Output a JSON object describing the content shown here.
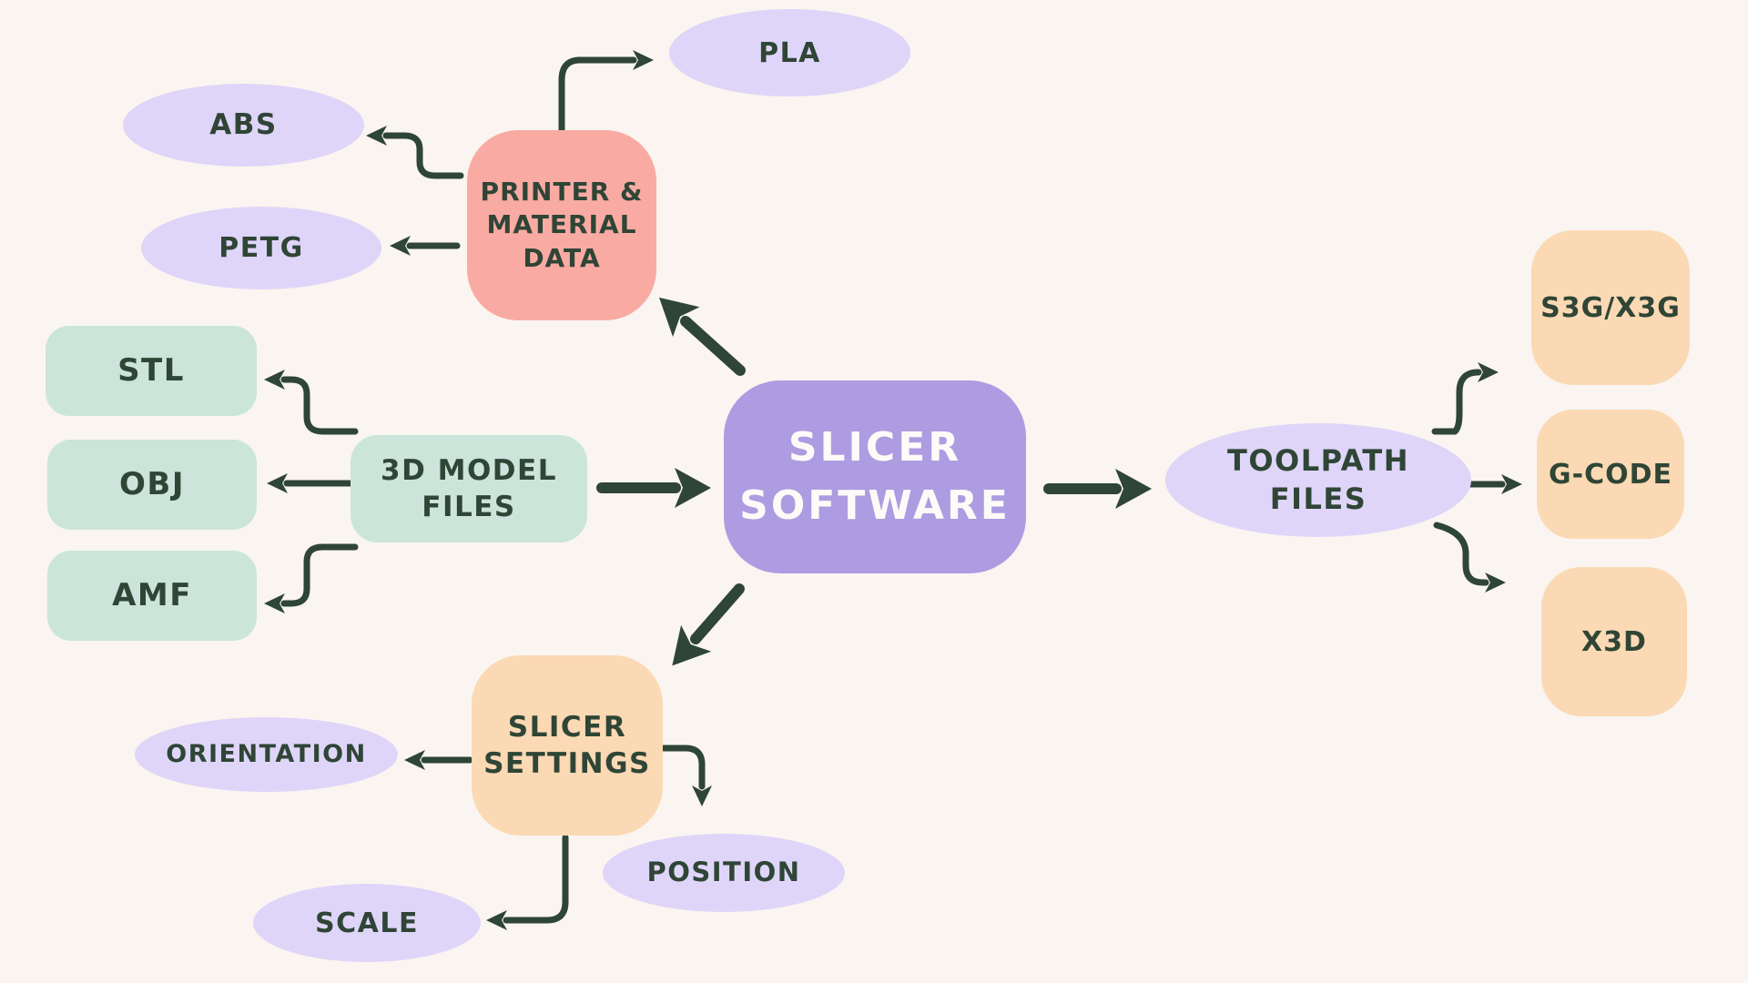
{
  "canvas": {
    "background": "#FAF5F0",
    "ink": "#2F4536"
  },
  "palette": {
    "center_box": "#AD9CE1",
    "lavender_ellipse": "#DFD5F9",
    "pink_box": "#F9ABA3",
    "mint_box": "#CBE5DB",
    "peach_box": "#FBD9B4",
    "arrow_and_text": "#2F4536",
    "center_text": "#FDFBF8"
  },
  "nodes": {
    "slicer_software": {
      "label": "SLICER\nSOFTWARE",
      "shape": "rounded-rect",
      "fill": "#AD9CE1"
    },
    "printer_material_data": {
      "label": "PRINTER &\nMATERIAL\nDATA",
      "shape": "rounded-rect",
      "fill": "#F9ABA3"
    },
    "model_files": {
      "label": "3D MODEL\nFILES",
      "shape": "rounded-rect",
      "fill": "#CBE5DB"
    },
    "toolpath_files": {
      "label": "TOOLPATH\nFILES",
      "shape": "ellipse",
      "fill": "#DFD5F9"
    },
    "slicer_settings": {
      "label": "SLICER\nSETTINGS",
      "shape": "rounded-rect",
      "fill": "#FBD9B4"
    },
    "pla": {
      "label": "PLA",
      "shape": "ellipse",
      "fill": "#DFD5F9"
    },
    "abs": {
      "label": "ABS",
      "shape": "ellipse",
      "fill": "#DFD5F9"
    },
    "petg": {
      "label": "PETG",
      "shape": "ellipse",
      "fill": "#DFD5F9"
    },
    "stl": {
      "label": "STL",
      "shape": "rounded-rect",
      "fill": "#CBE5DB"
    },
    "obj": {
      "label": "OBJ",
      "shape": "rounded-rect",
      "fill": "#CBE5DB"
    },
    "amf": {
      "label": "AMF",
      "shape": "rounded-rect",
      "fill": "#CBE5DB"
    },
    "s3g_x3g": {
      "label": "S3G/X3G",
      "shape": "rounded-rect",
      "fill": "#FBD9B4"
    },
    "g_code": {
      "label": "G-CODE",
      "shape": "rounded-rect",
      "fill": "#FBD9B4"
    },
    "x3d": {
      "label": "X3D",
      "shape": "rounded-rect",
      "fill": "#FBD9B4"
    },
    "orientation": {
      "label": "ORIENTATION",
      "shape": "ellipse",
      "fill": "#DFD5F9"
    },
    "position": {
      "label": "POSITION",
      "shape": "ellipse",
      "fill": "#DFD5F9"
    },
    "scale": {
      "label": "SCALE",
      "shape": "ellipse",
      "fill": "#DFD5F9"
    }
  },
  "edges": [
    {
      "from": "model_files",
      "to": "slicer_software",
      "style": "bold"
    },
    {
      "from": "slicer_software",
      "to": "printer_material_data",
      "style": "bold"
    },
    {
      "from": "slicer_software",
      "to": "toolpath_files",
      "style": "bold"
    },
    {
      "from": "slicer_software",
      "to": "slicer_settings",
      "style": "bold"
    },
    {
      "from": "printer_material_data",
      "to": "pla",
      "style": "thin"
    },
    {
      "from": "printer_material_data",
      "to": "abs",
      "style": "thin"
    },
    {
      "from": "printer_material_data",
      "to": "petg",
      "style": "thin"
    },
    {
      "from": "model_files",
      "to": "stl",
      "style": "thin"
    },
    {
      "from": "model_files",
      "to": "obj",
      "style": "thin"
    },
    {
      "from": "model_files",
      "to": "amf",
      "style": "thin"
    },
    {
      "from": "toolpath_files",
      "to": "s3g_x3g",
      "style": "thin"
    },
    {
      "from": "toolpath_files",
      "to": "g_code",
      "style": "thin"
    },
    {
      "from": "toolpath_files",
      "to": "x3d",
      "style": "thin"
    },
    {
      "from": "slicer_settings",
      "to": "orientation",
      "style": "thin"
    },
    {
      "from": "slicer_settings",
      "to": "position",
      "style": "thin"
    },
    {
      "from": "slicer_settings",
      "to": "scale",
      "style": "thin"
    }
  ]
}
